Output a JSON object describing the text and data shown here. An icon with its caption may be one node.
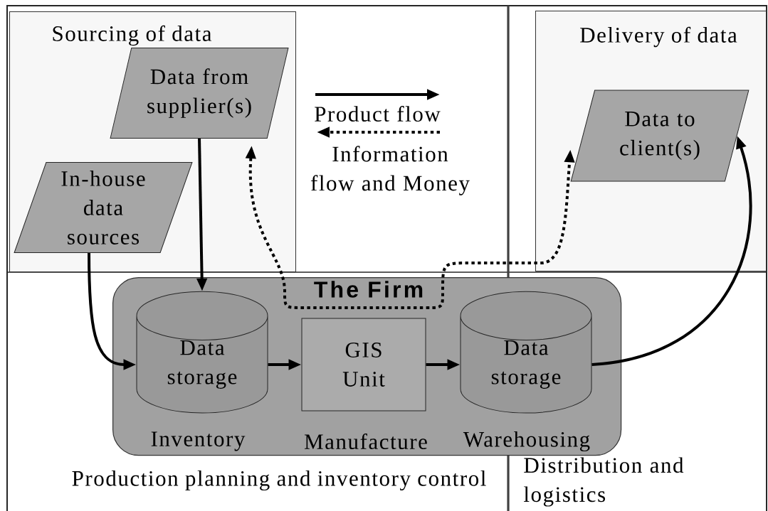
{
  "diagram": {
    "nodes": [
      {
        "text": [
          "Sourcing of data"
        ]
      },
      {
        "text": [
          "Data from supplier(s)"
        ],
        "in": 0
      },
      {
        "text": [
          "In-house data sources"
        ],
        "in": 0
      },
      {
        "text": [
          "Delivery of data"
        ]
      },
      {
        "text": [
          "Data to client(s)"
        ],
        "in": 3
      },
      {
        "text": [
          "The Firm"
        ]
      },
      {
        "text": [
          "Data storage"
        ],
        "in": 5,
        "beside": [
          "Inventory"
        ]
      },
      {
        "text": [
          "GIS Unit"
        ],
        "in": 5,
        "beside": [
          "Manufacture"
        ]
      },
      {
        "text": [
          "Data storage"
        ],
        "in": 5,
        "beside": [
          "Warehousing"
        ]
      }
    ],
    "edges": [
      {
        "from": 1,
        "to": 6,
        "arrow": "to"
      },
      {
        "from": 2,
        "to": 6,
        "arrow": "to"
      },
      {
        "from": 6,
        "to": 7,
        "arrow": "to"
      },
      {
        "from": 7,
        "to": 8,
        "arrow": "to"
      },
      {
        "from": 8,
        "to": 4,
        "arrow": "to"
      },
      {
        "from": 1,
        "to": 4,
        "arrow": "both",
        "style": "dashed"
      }
    ],
    "labels": [
      "Production planning and inventory control",
      "Distribution and logistics"
    ],
    "legend": [
      {
        "text": "Product flow"
      },
      {
        "text": "Information flow and Money"
      }
    ]
  }
}
